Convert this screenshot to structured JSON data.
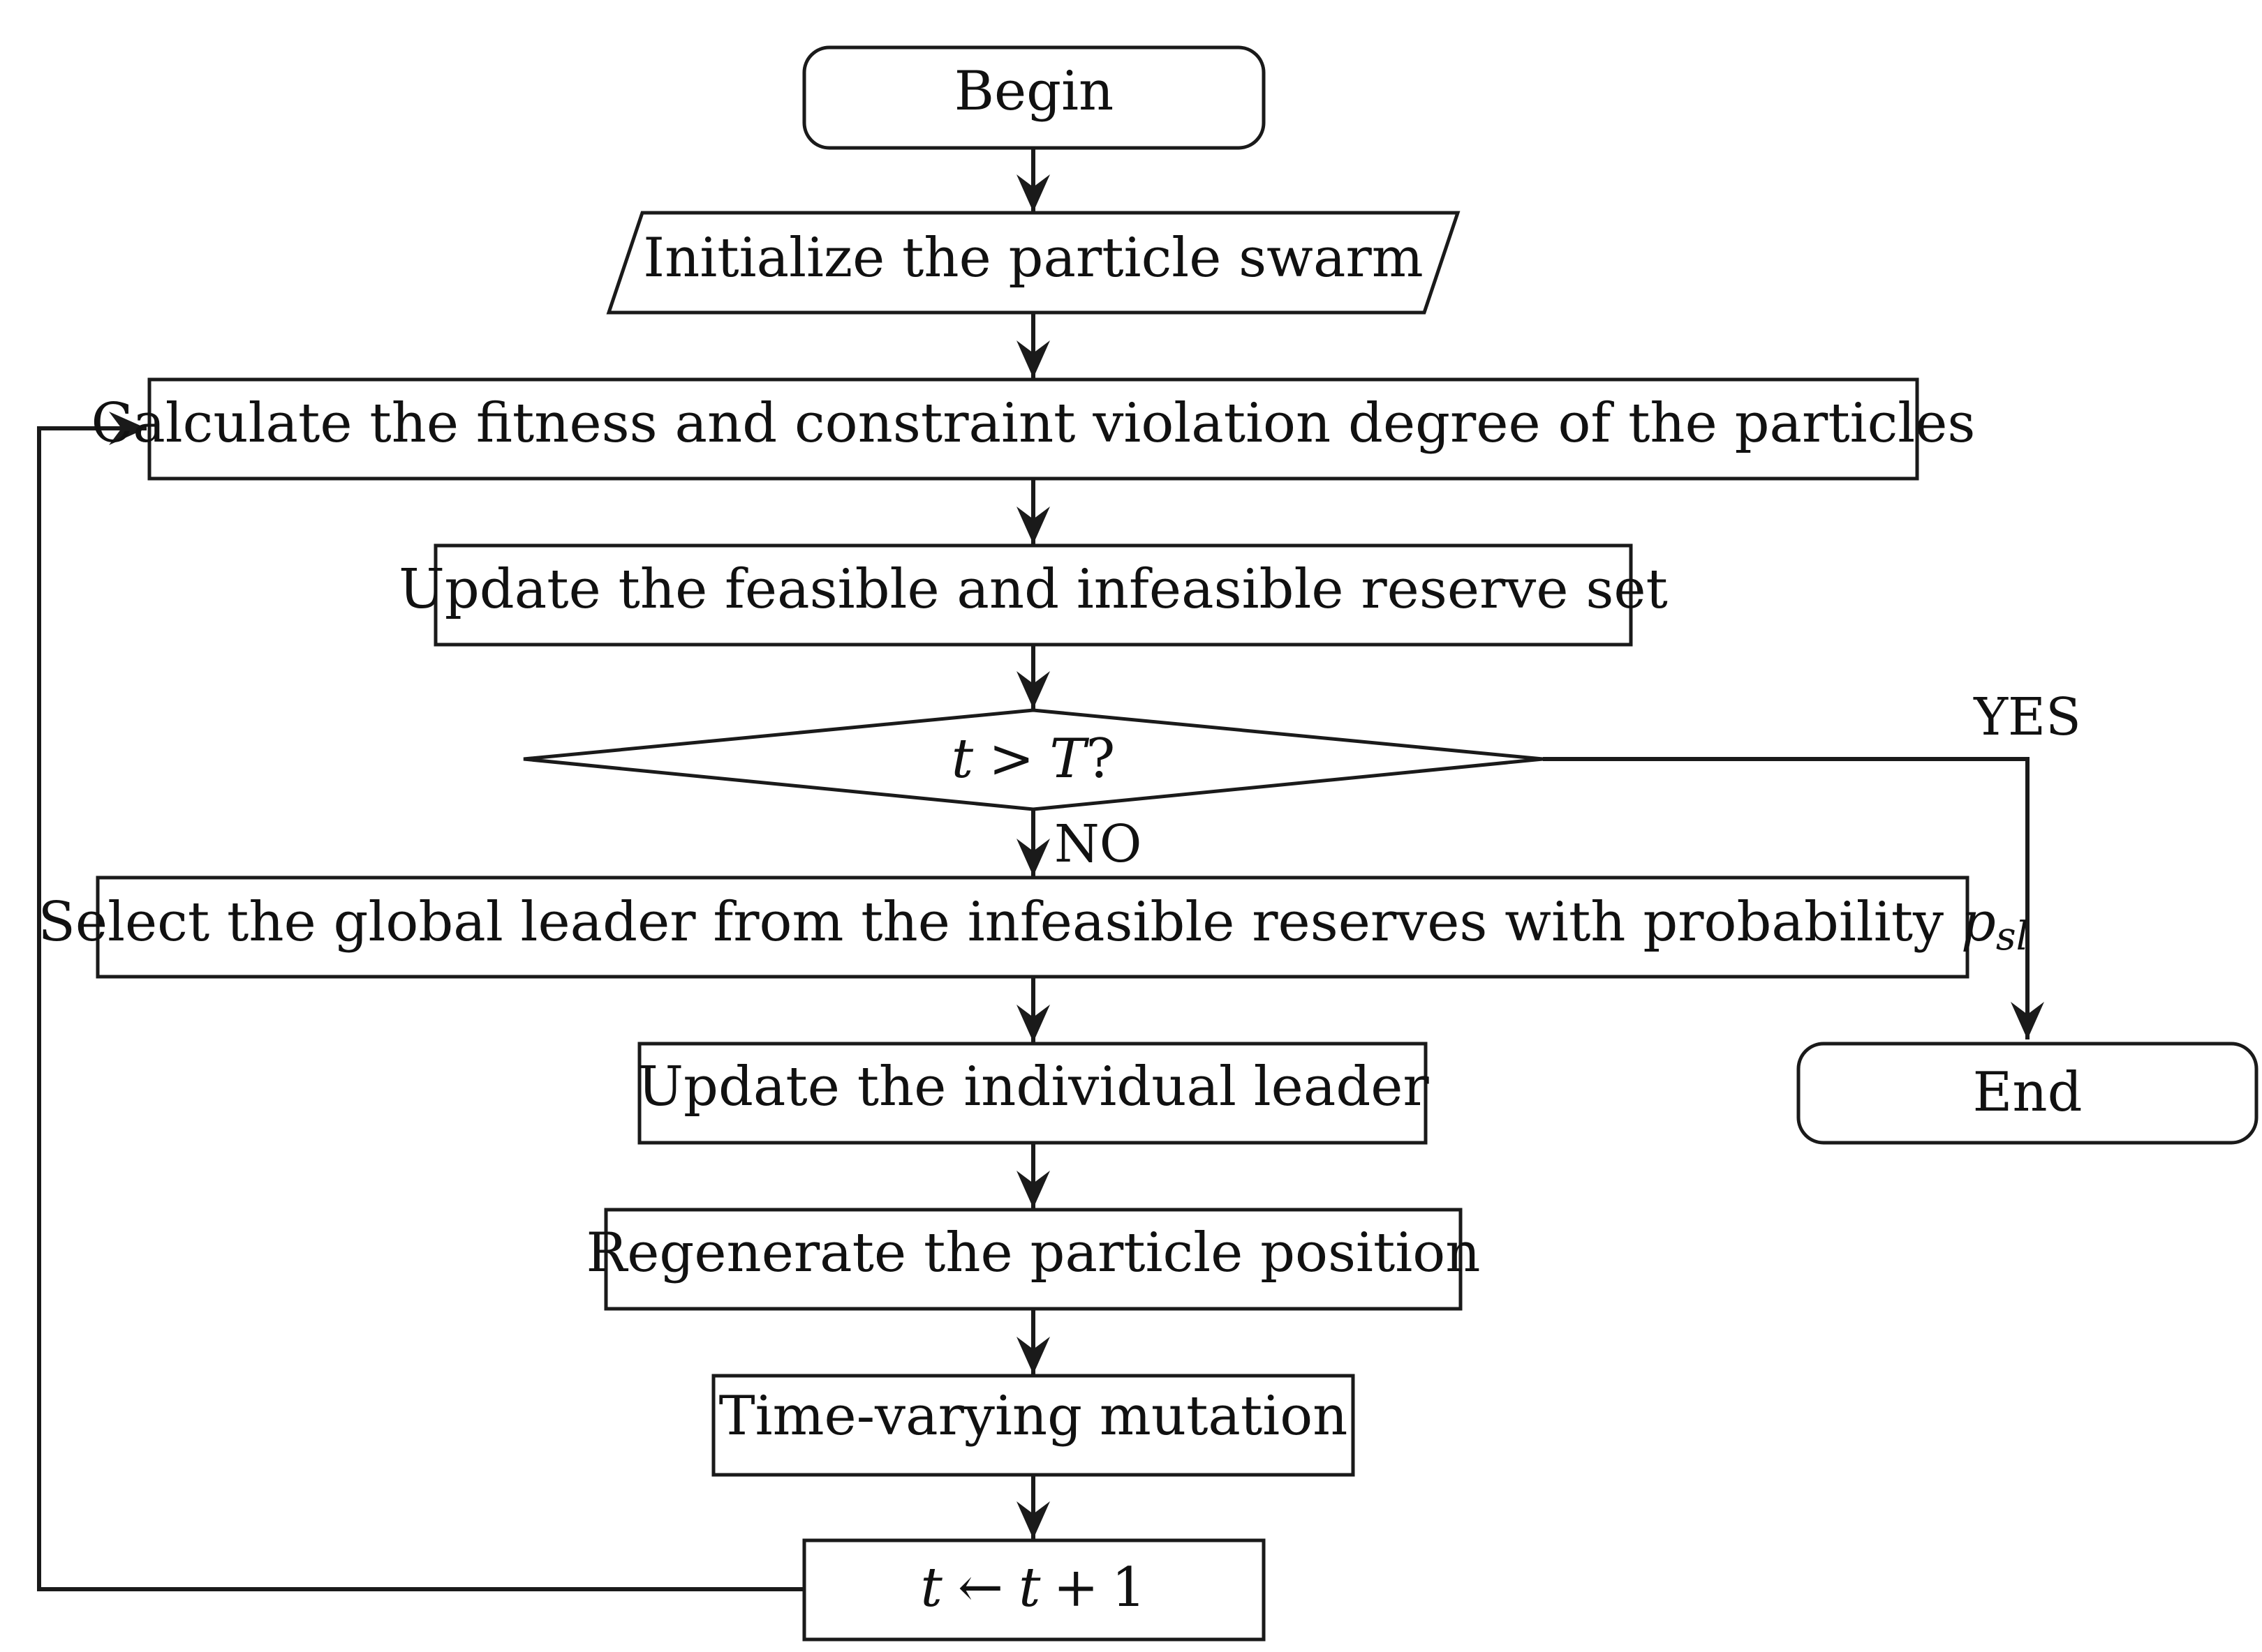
{
  "diagram": {
    "nodes": {
      "begin": "Begin",
      "init": "Initialize the particle swarm",
      "calc": "Calculate the fitness and constraint violation degree of the particles",
      "update_reserve": "Update the feasible and infeasible reserve set",
      "decision": {
        "var_t": "t",
        "op": ">",
        "var_T": "T",
        "question": "?"
      },
      "select_leader": {
        "text": "Select the global leader from the infeasible reserves with probability ",
        "symbol": "p",
        "subscript": "sl"
      },
      "update_individual": "Update the individual leader",
      "regenerate": "Regenerate the particle position",
      "mutation": "Time-varying mutation",
      "increment": {
        "lhs": "t",
        "arrow": "←",
        "rhs": "t",
        "plus": "+",
        "one": "1"
      },
      "end": "End"
    },
    "edge_labels": {
      "yes": "YES",
      "no": "NO"
    }
  }
}
